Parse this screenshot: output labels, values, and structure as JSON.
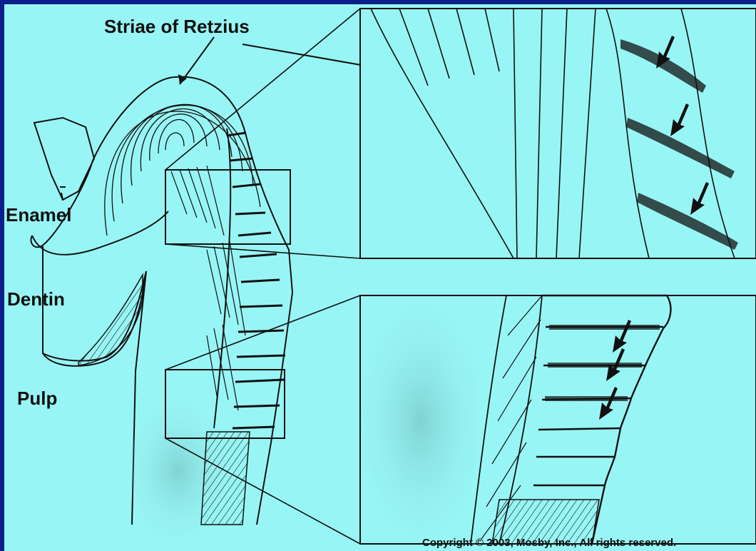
{
  "labels": {
    "striae": "Striae of Retzius",
    "enamel": "Enamel",
    "dentin": "Dentin",
    "pulp": "Pulp"
  },
  "copyright": "Copyright © 2003, Mosby, Inc., All rights reserved.",
  "colors": {
    "border": "#0b1f8a",
    "background": "#98f5f5",
    "ink": "#111111"
  }
}
